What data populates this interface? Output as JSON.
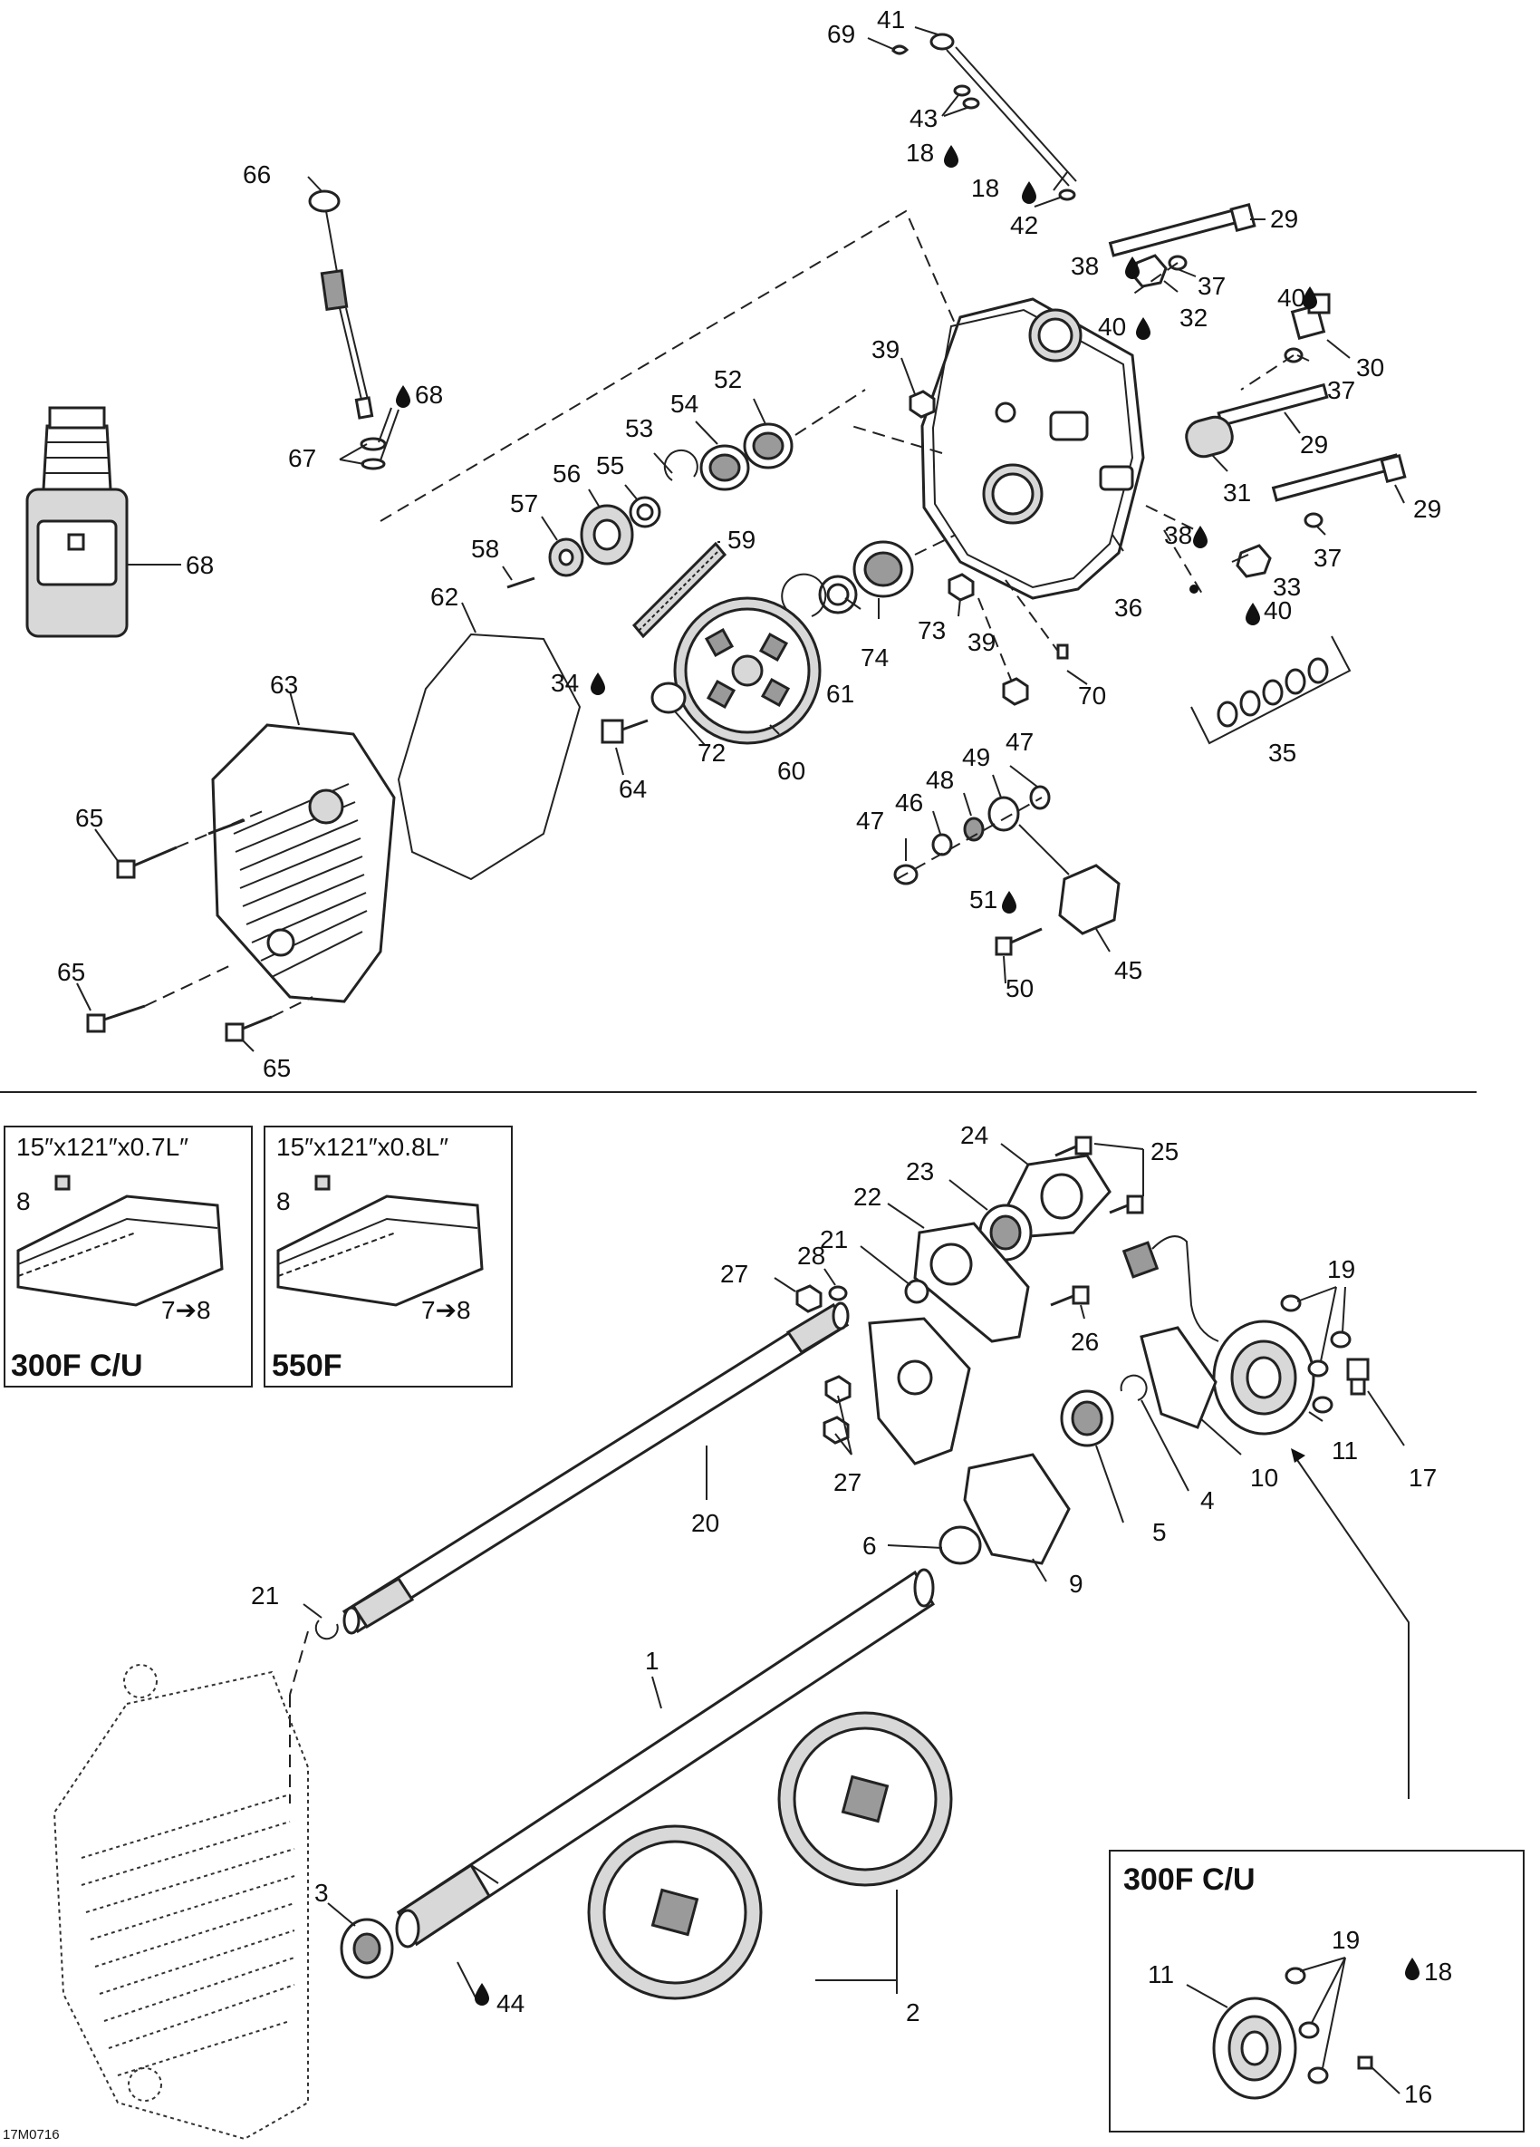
{
  "figure_code": "17M0716",
  "track_boxes": [
    {
      "spec": "15″x121″x0.7L″",
      "model": "300F C/U",
      "ref_8": "8",
      "ref_7_8": "7➔8"
    },
    {
      "spec": "15″x121″x0.8L″",
      "model": "550F",
      "ref_8": "8",
      "ref_7_8": "7➔8"
    }
  ],
  "inset_box": {
    "model": "300F C/U"
  },
  "callouts": [
    {
      "id": "c69",
      "text": "69"
    },
    {
      "id": "c41",
      "text": "41"
    },
    {
      "id": "c43",
      "text": "43"
    },
    {
      "id": "c18a",
      "text": "18"
    },
    {
      "id": "c18b",
      "text": "18"
    },
    {
      "id": "c42",
      "text": "42"
    },
    {
      "id": "c29a",
      "text": "29"
    },
    {
      "id": "c38a",
      "text": "38"
    },
    {
      "id": "c37a",
      "text": "37"
    },
    {
      "id": "c40a",
      "text": "40"
    },
    {
      "id": "c32",
      "text": "32"
    },
    {
      "id": "c40b",
      "text": "40"
    },
    {
      "id": "c30",
      "text": "30"
    },
    {
      "id": "c37b",
      "text": "37"
    },
    {
      "id": "c29b",
      "text": "29"
    },
    {
      "id": "c31",
      "text": "31"
    },
    {
      "id": "c29c",
      "text": "29"
    },
    {
      "id": "c38b",
      "text": "38"
    },
    {
      "id": "c37c",
      "text": "37"
    },
    {
      "id": "c33",
      "text": "33"
    },
    {
      "id": "c40c",
      "text": "40"
    },
    {
      "id": "c36",
      "text": "36"
    },
    {
      "id": "c35",
      "text": "35"
    },
    {
      "id": "c66",
      "text": "66"
    },
    {
      "id": "c68a",
      "text": "68"
    },
    {
      "id": "c67",
      "text": "67"
    },
    {
      "id": "c68b",
      "text": "68"
    },
    {
      "id": "c39a",
      "text": "39"
    },
    {
      "id": "c52",
      "text": "52"
    },
    {
      "id": "c54",
      "text": "54"
    },
    {
      "id": "c53",
      "text": "53"
    },
    {
      "id": "c56",
      "text": "56"
    },
    {
      "id": "c55",
      "text": "55"
    },
    {
      "id": "c57",
      "text": "57"
    },
    {
      "id": "c58",
      "text": "58"
    },
    {
      "id": "c59",
      "text": "59"
    },
    {
      "id": "c62",
      "text": "62"
    },
    {
      "id": "c63",
      "text": "63"
    },
    {
      "id": "c34",
      "text": "34"
    },
    {
      "id": "c72",
      "text": "72"
    },
    {
      "id": "c60",
      "text": "60"
    },
    {
      "id": "c64",
      "text": "64"
    },
    {
      "id": "c61",
      "text": "61"
    },
    {
      "id": "c74",
      "text": "74"
    },
    {
      "id": "c73",
      "text": "73"
    },
    {
      "id": "c39b",
      "text": "39"
    },
    {
      "id": "c70",
      "text": "70"
    },
    {
      "id": "c65a",
      "text": "65"
    },
    {
      "id": "c65b",
      "text": "65"
    },
    {
      "id": "c65c",
      "text": "65"
    },
    {
      "id": "c47a",
      "text": "47"
    },
    {
      "id": "c49",
      "text": "49"
    },
    {
      "id": "c48",
      "text": "48"
    },
    {
      "id": "c46",
      "text": "46"
    },
    {
      "id": "c47b",
      "text": "47"
    },
    {
      "id": "c51",
      "text": "51"
    },
    {
      "id": "c50",
      "text": "50"
    },
    {
      "id": "c45",
      "text": "45"
    },
    {
      "id": "c24",
      "text": "24"
    },
    {
      "id": "c25",
      "text": "25"
    },
    {
      "id": "c23",
      "text": "23"
    },
    {
      "id": "c22",
      "text": "22"
    },
    {
      "id": "c21a",
      "text": "21"
    },
    {
      "id": "c28",
      "text": "28"
    },
    {
      "id": "c27a",
      "text": "27"
    },
    {
      "id": "c26",
      "text": "26"
    },
    {
      "id": "c19a",
      "text": "19"
    },
    {
      "id": "c27b",
      "text": "27"
    },
    {
      "id": "c11a",
      "text": "11"
    },
    {
      "id": "c17",
      "text": "17"
    },
    {
      "id": "c10",
      "text": "10"
    },
    {
      "id": "c4",
      "text": "4"
    },
    {
      "id": "c5",
      "text": "5"
    },
    {
      "id": "c20",
      "text": "20"
    },
    {
      "id": "c6",
      "text": "6"
    },
    {
      "id": "c9",
      "text": "9"
    },
    {
      "id": "c21b",
      "text": "21"
    },
    {
      "id": "c1",
      "text": "1"
    },
    {
      "id": "c3",
      "text": "3"
    },
    {
      "id": "c44",
      "text": "44"
    },
    {
      "id": "c2",
      "text": "2"
    },
    {
      "id": "c19b",
      "text": "19"
    },
    {
      "id": "c11b",
      "text": "11"
    },
    {
      "id": "c18c",
      "text": "18"
    },
    {
      "id": "c16",
      "text": "16"
    }
  ]
}
